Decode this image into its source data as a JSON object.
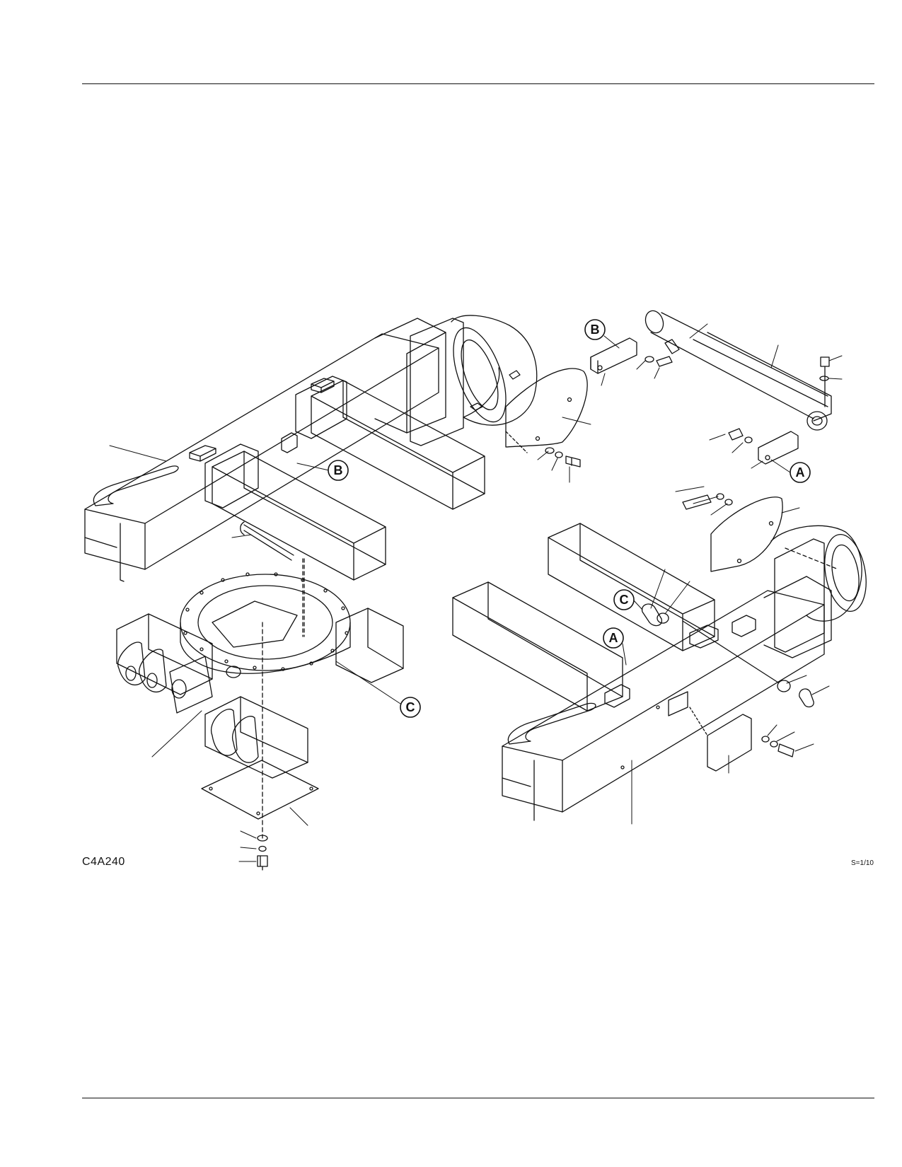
{
  "figure": {
    "code": "C4A240",
    "scale": "S=1/10",
    "callouts": {
      "A1": "A",
      "A2": "A",
      "B1": "B",
      "B2": "B",
      "C1": "C",
      "C2": "C"
    }
  }
}
